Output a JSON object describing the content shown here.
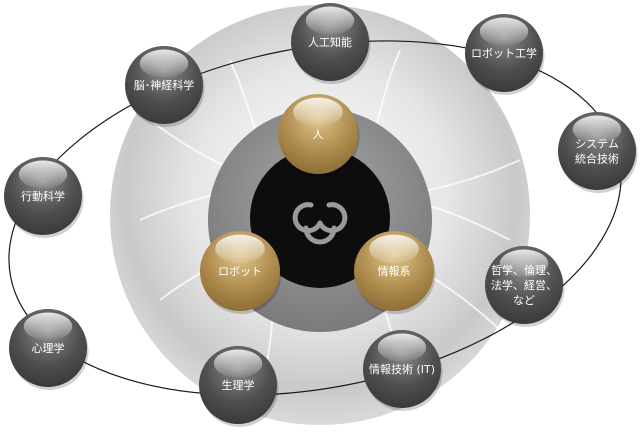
{
  "colors": {
    "outer_node": "#545454",
    "core_node": "#b8975a",
    "center_disc": "#0d0d0d",
    "ring_gray": "#8f8f8f",
    "orbit_line": "#1a1a1a"
  },
  "center": {
    "icon": "triple-loop-logo-icon"
  },
  "core_nodes": [
    {
      "id": "hito",
      "label": "人"
    },
    {
      "id": "robot",
      "label": "ロボット"
    },
    {
      "id": "joho",
      "label": "情報系"
    }
  ],
  "outer_nodes": [
    {
      "id": "ai",
      "lines": [
        "人工知能"
      ]
    },
    {
      "id": "robot-eng",
      "lines": [
        "ロボット工学"
      ]
    },
    {
      "id": "system",
      "lines": [
        "システム",
        "統合技術"
      ]
    },
    {
      "id": "philosophy",
      "lines": [
        "哲学、倫理、",
        "法学、経営、",
        "など"
      ]
    },
    {
      "id": "it",
      "lines": [
        "情報技術 (IT)"
      ]
    },
    {
      "id": "physiology",
      "lines": [
        "生理学"
      ]
    },
    {
      "id": "psychology",
      "lines": [
        "心理学"
      ]
    },
    {
      "id": "behavior",
      "lines": [
        "行動科学"
      ]
    },
    {
      "id": "neuro",
      "lines": [
        "脳･神経科学"
      ]
    }
  ]
}
